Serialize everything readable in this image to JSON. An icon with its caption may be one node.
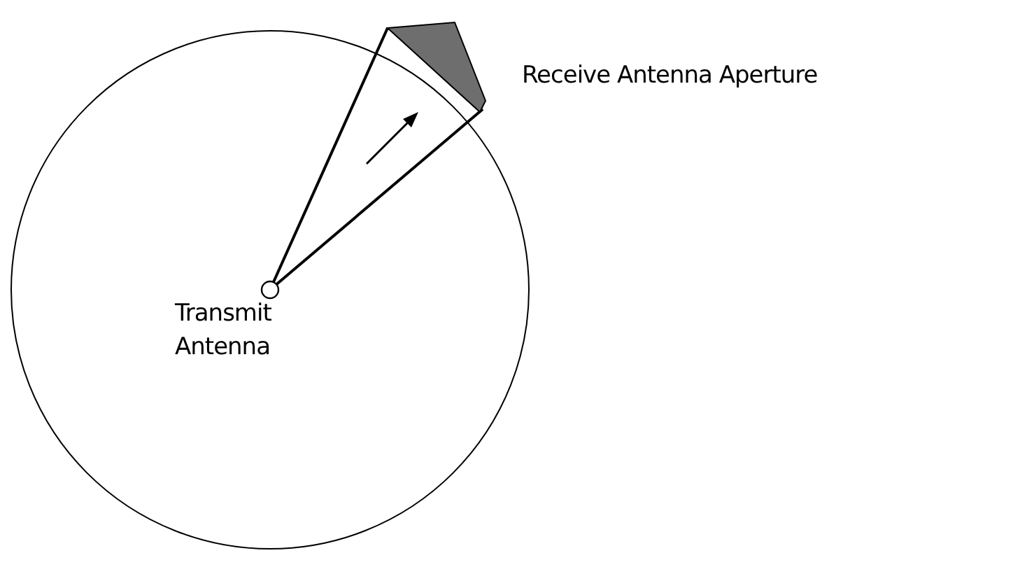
{
  "diagram": {
    "nodes": [
      {
        "text": [
          "Transmit Antenna"
        ]
      },
      {
        "text": [
          "Receive Antenna Aperture"
        ]
      }
    ],
    "edges": [
      {
        "from": 0,
        "to": 1,
        "arrow": "none"
      },
      {
        "from": 0,
        "to": 1,
        "arrow": "none"
      }
    ]
  }
}
